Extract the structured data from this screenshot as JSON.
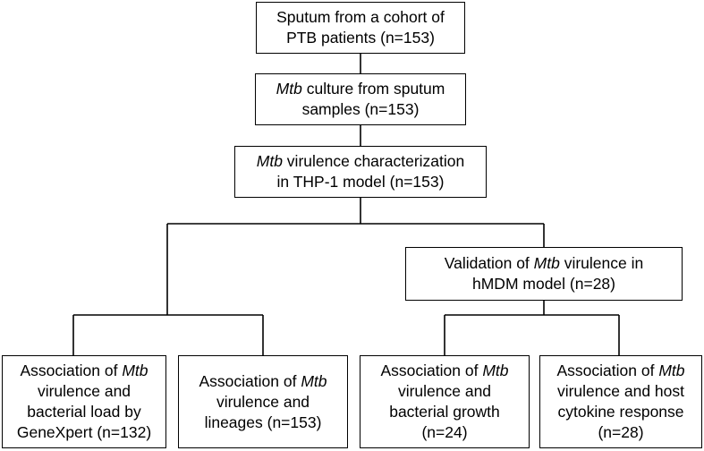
{
  "flowchart": {
    "cohort": {
      "lines": [
        "Sputum from a cohort of",
        "PTB patients (n=153)"
      ]
    },
    "culture": {
      "line1_italic": "Mtb",
      "line1_rest": " culture from sputum",
      "line2": "samples (n=153)"
    },
    "characterization": {
      "line1_italic": "Mtb",
      "line1_rest": " virulence characterization",
      "line2": "in THP-1 model (n=153)"
    },
    "validation": {
      "line1_pre": "Validation of ",
      "line1_italic": "Mtb",
      "line1_rest": " virulence  in",
      "line2": "hMDM model (n=28)"
    },
    "bacterial_load": {
      "line1_pre": "Association of ",
      "line1_italic": "Mtb",
      "line2": "virulence and",
      "line3": "bacterial load by",
      "line4": "GeneXpert (n=132)"
    },
    "lineages": {
      "line1_pre": "Association of ",
      "line1_italic": "Mtb",
      "line2": "virulence and",
      "line3": "lineages (n=153)"
    },
    "bacterial_growth": {
      "line1_pre": "Association of ",
      "line1_italic": "Mtb",
      "line2": "virulence and",
      "line3": "bacterial growth",
      "line4": "(n=24)"
    },
    "cytokine": {
      "line1_pre": "Association of ",
      "line1_italic": "Mtb",
      "line2": "virulence and host",
      "line3": "cytokine response",
      "line4": "(n=28)"
    }
  }
}
